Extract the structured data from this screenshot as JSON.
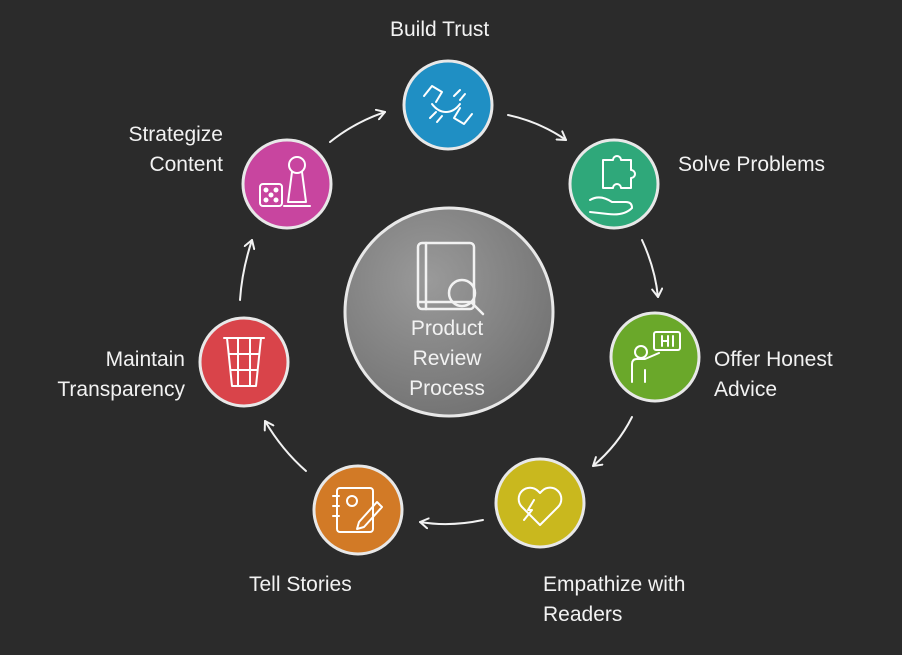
{
  "center": {
    "line1": "Product",
    "line2": "Review",
    "line3": "Process",
    "icon": "book-magnifier-icon",
    "color": "#8a8a8a"
  },
  "steps": [
    {
      "line1": "Build Trust",
      "icon": "handshake-icon",
      "color": "#1f8fc4"
    },
    {
      "line1": "Solve Problems",
      "icon": "puzzle-hand-icon",
      "color": "#2fa87a"
    },
    {
      "line1": "Offer Honest",
      "line2": "Advice",
      "icon": "presenter-hi-icon",
      "color": "#6aa82a"
    },
    {
      "line1": "Empathize with",
      "line2": "Readers",
      "icon": "broken-heart-icon",
      "color": "#c9b81e"
    },
    {
      "line1": "Tell Stories",
      "icon": "notebook-pen-icon",
      "color": "#d27a26"
    },
    {
      "line1": "Maintain",
      "line2": "Transparency",
      "icon": "trash-bin-icon",
      "color": "#d9444a"
    },
    {
      "line1": "Strategize",
      "line2": "Content",
      "icon": "game-piece-dice-icon",
      "color": "#c8459f"
    }
  ]
}
